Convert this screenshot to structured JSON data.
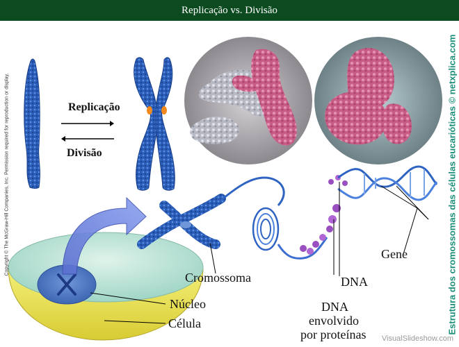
{
  "slide": {
    "title": "Replicação vs. Divisão",
    "copyright": "Copyright © The McGraw-Hill Companies, Inc. Permission required for reproduction or display.",
    "side_caption": "Estrutura dos cromossomas das células eucarióticas © netxplica.com",
    "watermark": "VisualSlideshow.com"
  },
  "process": {
    "replication_label": "Replicação",
    "division_label": "Divisão"
  },
  "labels": {
    "chromosome": "Cromossoma",
    "nucleus": "Núcleo",
    "cell": "Célula",
    "dna": "DNA",
    "gene": "Gene",
    "dna_wrapped_line1": "DNA",
    "dna_wrapped_line2": "envolvido",
    "dna_wrapped_line3": "por proteínas"
  },
  "colors": {
    "title_bg": "#0c4a20",
    "chromosome_blue": "#2a5db8",
    "centromere_orange": "#f08a1c",
    "sem_pink": "#d1698d",
    "side_caption_teal": "#1b8f7a"
  }
}
